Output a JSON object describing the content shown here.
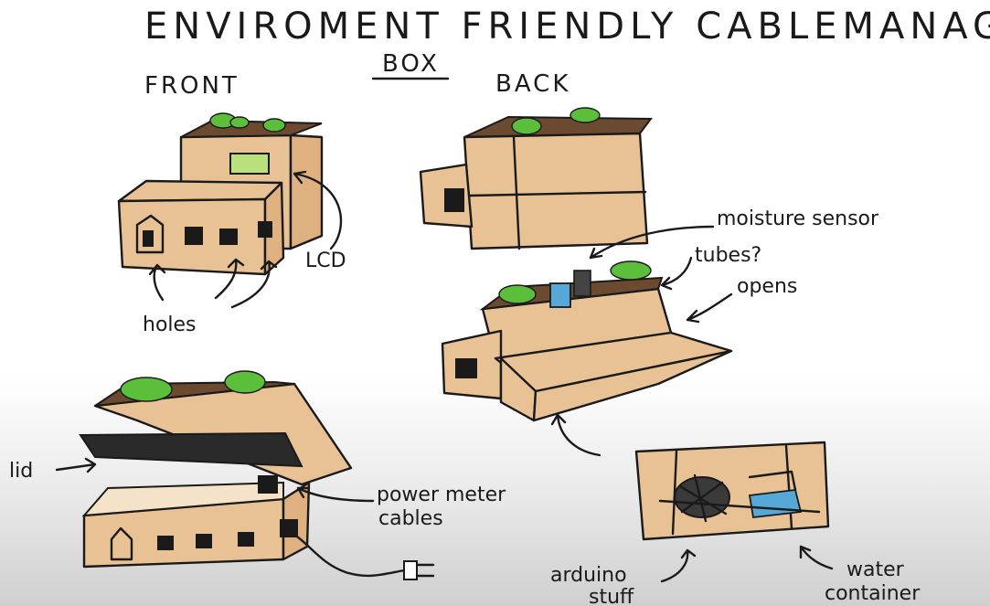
{
  "title": "ENVIROMENT FRIENDLY CABLEMANAGENT",
  "subtitle": "BOX",
  "views": {
    "front": "FRONT",
    "back": "BACK"
  },
  "labels": {
    "lcd": "LCD",
    "holes": "holes",
    "moisture_sensor": "moisture sensor",
    "tubes": "tubes?",
    "opens": "opens",
    "lid": "lid",
    "power_meter": "power meter",
    "cables": "cables",
    "arduino": "arduino",
    "stuff": "stuff",
    "water": "water",
    "container": "container"
  },
  "colors": {
    "cardboard": "#e8c195",
    "soil": "#6b4a30",
    "plant": "#5cbf3b",
    "lcd": "#b9e07a",
    "water": "#56a9d6"
  }
}
